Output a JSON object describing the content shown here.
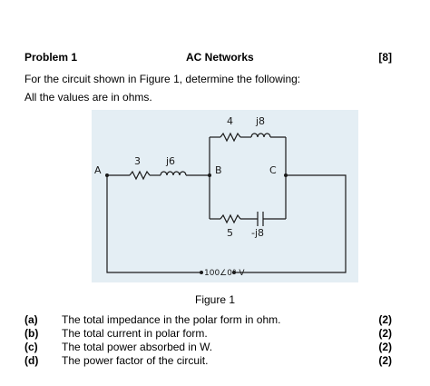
{
  "header": {
    "problem": "Problem 1",
    "topic": "AC Networks",
    "marks": "[8]"
  },
  "intro": {
    "line1": "For the circuit shown in Figure 1, determine the following:",
    "line2": "All the values are in ohms."
  },
  "figure": {
    "caption": "Figure 1",
    "labels": {
      "node_a": "A",
      "node_b": "B",
      "node_c": "C",
      "r_series": "3",
      "x_series": "j6",
      "r_top": "4",
      "x_top": "j8",
      "r_bottom": "5",
      "x_bottom": "-j8",
      "source": "100∠0° V"
    }
  },
  "questions": [
    {
      "label": "(a)",
      "text": "The total impedance in the polar form in ohm.",
      "marks": "(2)"
    },
    {
      "label": "(b)",
      "text": "The total current in polar form.",
      "marks": "(2)"
    },
    {
      "label": "(c)",
      "text": "The total power absorbed in W.",
      "marks": "(2)"
    },
    {
      "label": "(d)",
      "text": "The power factor of the circuit.",
      "marks": "(2)"
    }
  ]
}
